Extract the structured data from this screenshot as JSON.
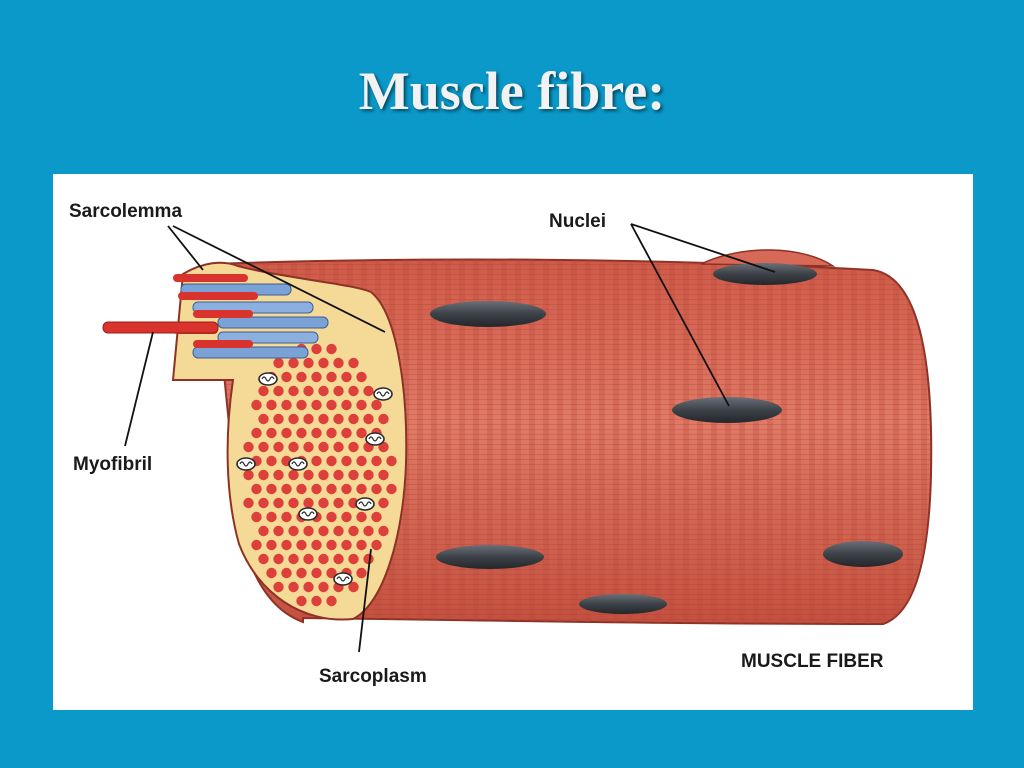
{
  "slide": {
    "title": "Muscle fibre:"
  },
  "diagram": {
    "labels": {
      "sarcolemma": "Sarcolemma",
      "nuclei": "Nuclei",
      "myofibril": "Myofibril",
      "sarcoplasm": "Sarcoplasm",
      "caption": "MUSCLE FIBER"
    },
    "colors": {
      "background": "#0a99c9",
      "fiber": "#d86452",
      "sarcoplasm": "#f5d996",
      "myofibril_dot": "#dd3f3a",
      "nucleus": "#4a4f55"
    }
  }
}
